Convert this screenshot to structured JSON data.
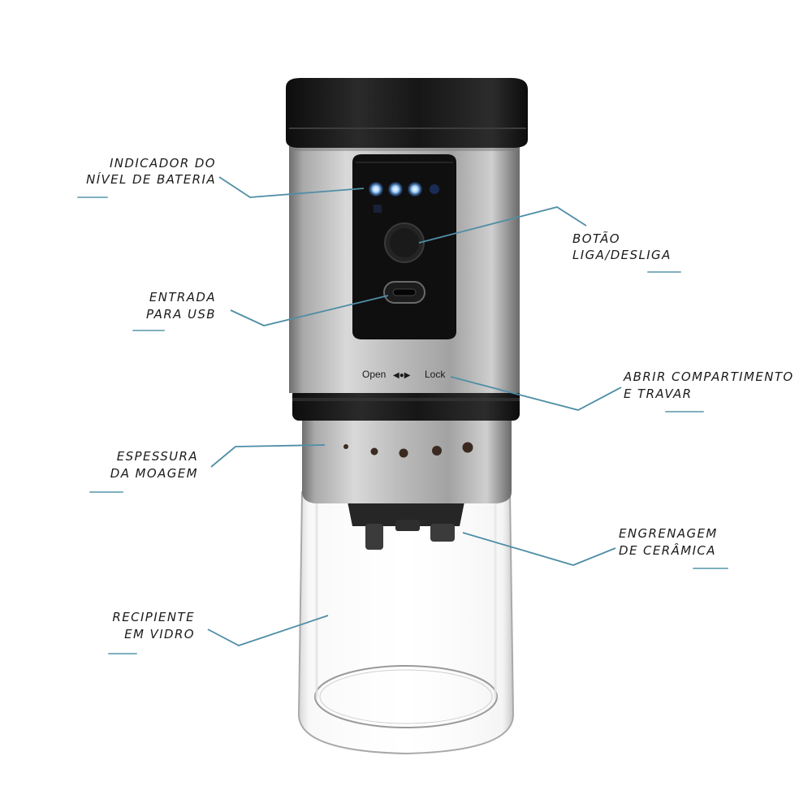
{
  "colors": {
    "leader": "#4f8ea5",
    "accent_mark": "#6aa2b4",
    "steel": "#b8b8b8",
    "cap": "#1e1e1e",
    "led": "#6fb8ff"
  },
  "product": {
    "lock_open": "Open",
    "lock_arrows": "◀●▶",
    "lock_lock": "Lock"
  },
  "callouts": {
    "battery": {
      "line1": "INDICADOR DO",
      "line2": "NÍVEL DE BATERIA"
    },
    "power": {
      "line1": "BOTÃO",
      "line2": "LIGA/DESLIGA"
    },
    "usb": {
      "line1": "ENTRADA",
      "line2": "PARA USB"
    },
    "open_lock": {
      "line1": "ABRIR COMPARTIMENTO",
      "line2": "E TRAVAR"
    },
    "grind": {
      "line1": "ESPESSURA",
      "line2": "DA MOAGEM"
    },
    "ceramic": {
      "line1": "ENGRENAGEM",
      "line2": "DE CERÂMICA"
    },
    "glass": {
      "line1": "RECIPIENTE",
      "line2": "EM VIDRO"
    }
  }
}
